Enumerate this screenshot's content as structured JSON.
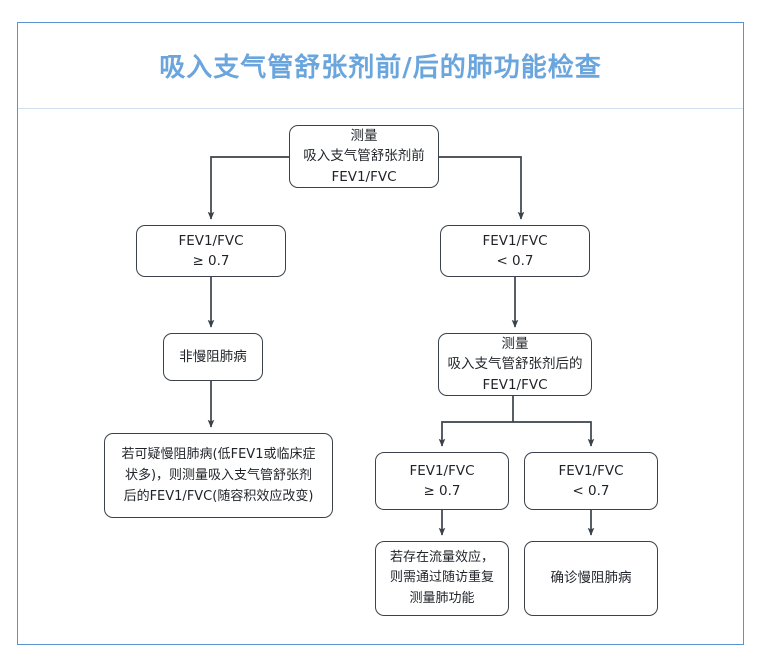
{
  "header": {
    "title": "吸入支气管舒张剂前/后的肺功能检查",
    "title_color": "#6aa5dd",
    "frame_border_color": "#5a93cf",
    "divider_color": "#cfe0f0"
  },
  "diagram": {
    "type": "flowchart",
    "node_border_color": "#3b424b",
    "connector_color": "#3b424b",
    "nodes": {
      "top_measure": {
        "lines": [
          "测量",
          "吸入支气管舒张剂前",
          "FEV1/FVC"
        ]
      },
      "left_ratio": {
        "lines": [
          "FEV1/FVC",
          "≥ 0.7"
        ]
      },
      "right_ratio": {
        "lines": [
          "FEV1/FVC",
          "< 0.7"
        ]
      },
      "non_copd": {
        "lines": [
          "非慢阻肺病"
        ]
      },
      "suspect_copd": {
        "lines": [
          "若可疑慢阻肺病(低FEV1或临床症",
          "状多)，则测量吸入支气管舒张剂",
          "后的FEV1/FVC(随容积效应改变)"
        ]
      },
      "post_measure": {
        "lines": [
          "测量",
          "吸入支气管舒张剂后的",
          "FEV1/FVC"
        ]
      },
      "post_left_ratio": {
        "lines": [
          "FEV1/FVC",
          "≥ 0.7"
        ]
      },
      "post_right_ratio": {
        "lines": [
          "FEV1/FVC",
          "< 0.7"
        ]
      },
      "flow_effect": {
        "lines": [
          "若存在流量效应，",
          "则需通过随访重复",
          "测量肺功能"
        ]
      },
      "confirm_copd": {
        "lines": [
          "确诊慢阻肺病"
        ]
      }
    },
    "edges": [
      {
        "from": "top_measure",
        "to": "left_ratio"
      },
      {
        "from": "top_measure",
        "to": "right_ratio"
      },
      {
        "from": "left_ratio",
        "to": "non_copd"
      },
      {
        "from": "non_copd",
        "to": "suspect_copd"
      },
      {
        "from": "right_ratio",
        "to": "post_measure"
      },
      {
        "from": "post_measure",
        "to": "post_left_ratio"
      },
      {
        "from": "post_measure",
        "to": "post_right_ratio"
      },
      {
        "from": "post_left_ratio",
        "to": "flow_effect"
      },
      {
        "from": "post_right_ratio",
        "to": "confirm_copd"
      }
    ]
  }
}
